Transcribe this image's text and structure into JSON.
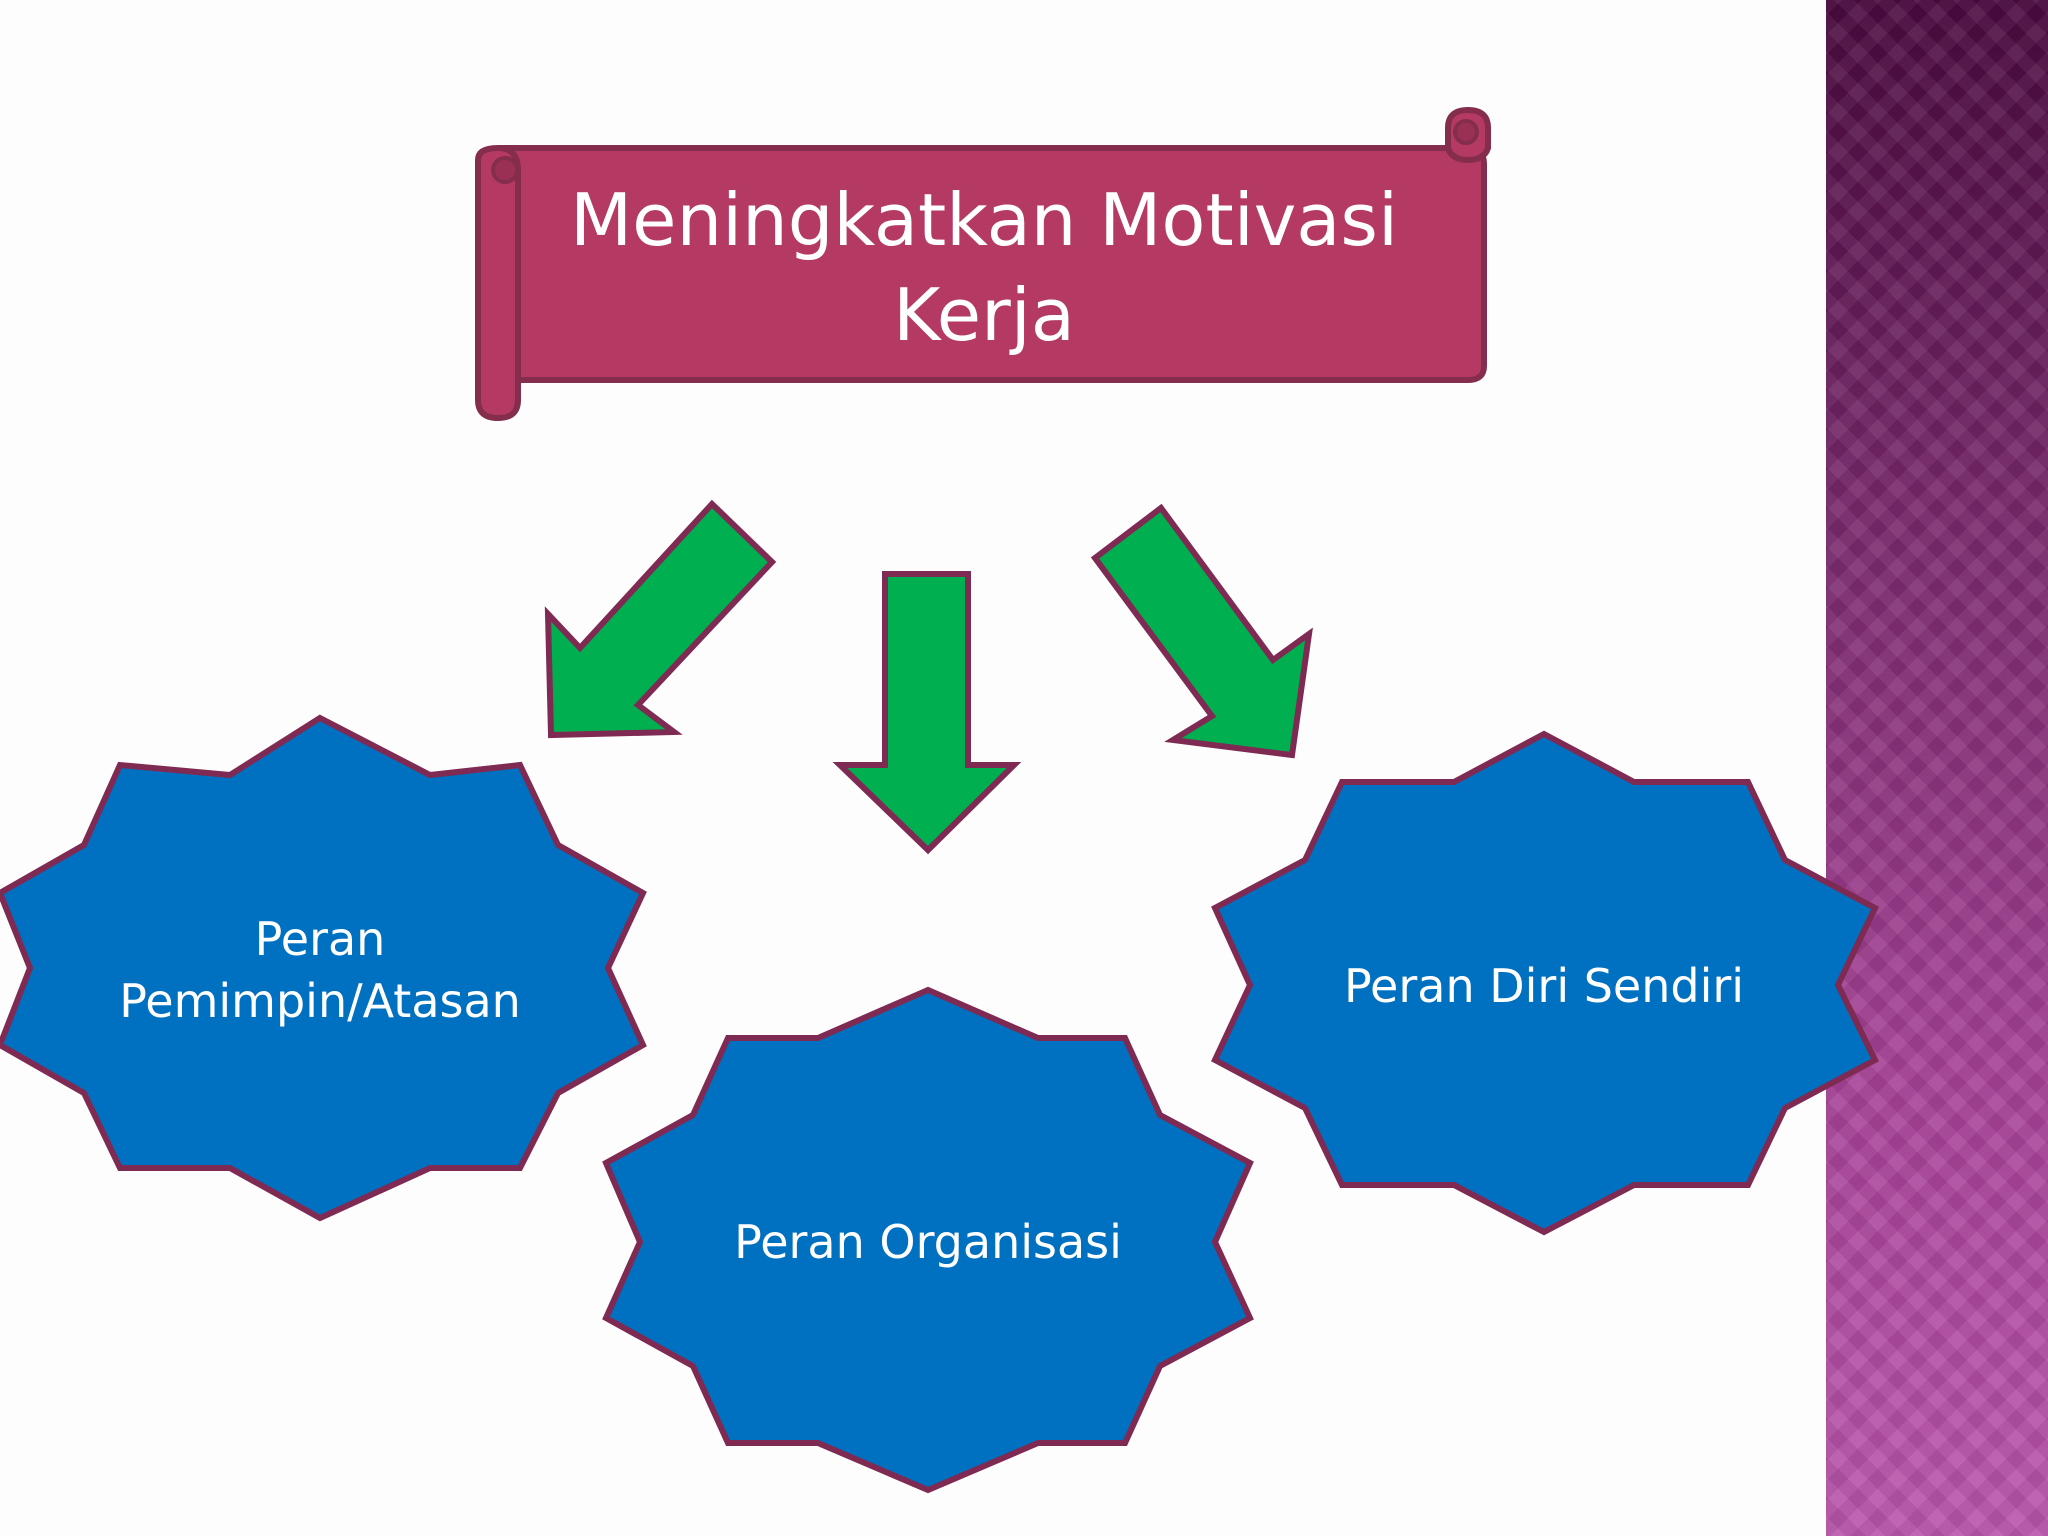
{
  "banner": {
    "title_line1": "Meningkatkan Motivasi",
    "title_line2": "Kerja",
    "fill": "#b53a63",
    "stroke": "#852d4d"
  },
  "arrows": {
    "fill": "#00b050",
    "stroke": "#7f2a53"
  },
  "nodes": [
    {
      "line1": "Peran",
      "line2": "Pemimpin/Atasan"
    },
    {
      "line1": "Peran Organisasi"
    },
    {
      "line1": "Peran Diri Sendiri"
    }
  ],
  "node_fill": "#0070c0",
  "node_stroke": "#7f2a53",
  "side_panel_colors": [
    "#4a0a3e",
    "#b955ab"
  ]
}
